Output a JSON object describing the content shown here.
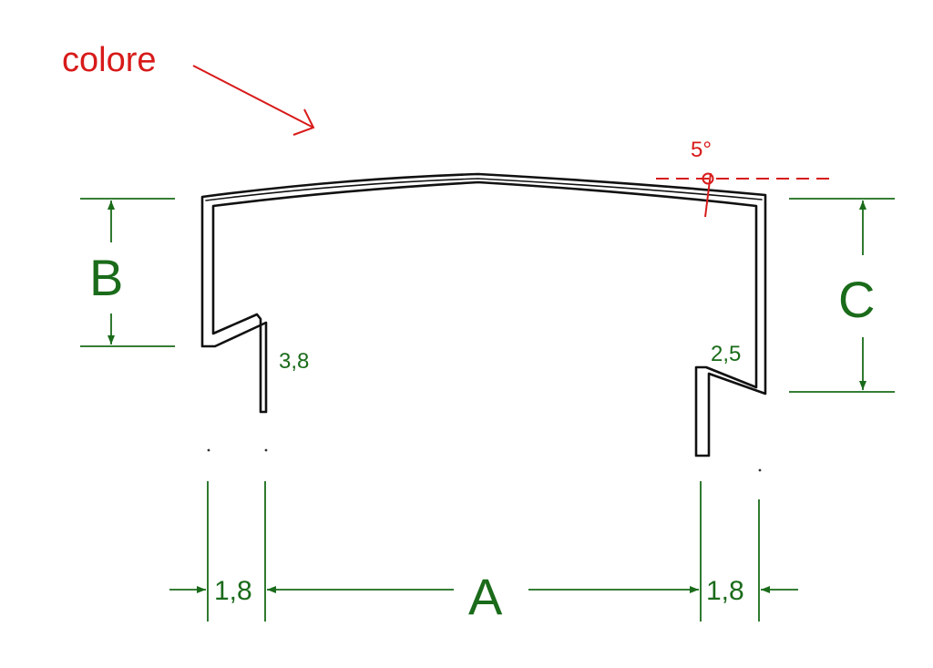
{
  "labels": {
    "note": "colore",
    "angle": "5°",
    "dim_a": "A",
    "dim_b": "B",
    "dim_c": "C",
    "left_flange": "1,8",
    "right_flange": "1,8",
    "left_lip": "3,8",
    "right_lip": "2,5"
  },
  "colors": {
    "dimension": "#1a6b1a",
    "note": "#d81a1a",
    "profile": "#111111"
  }
}
